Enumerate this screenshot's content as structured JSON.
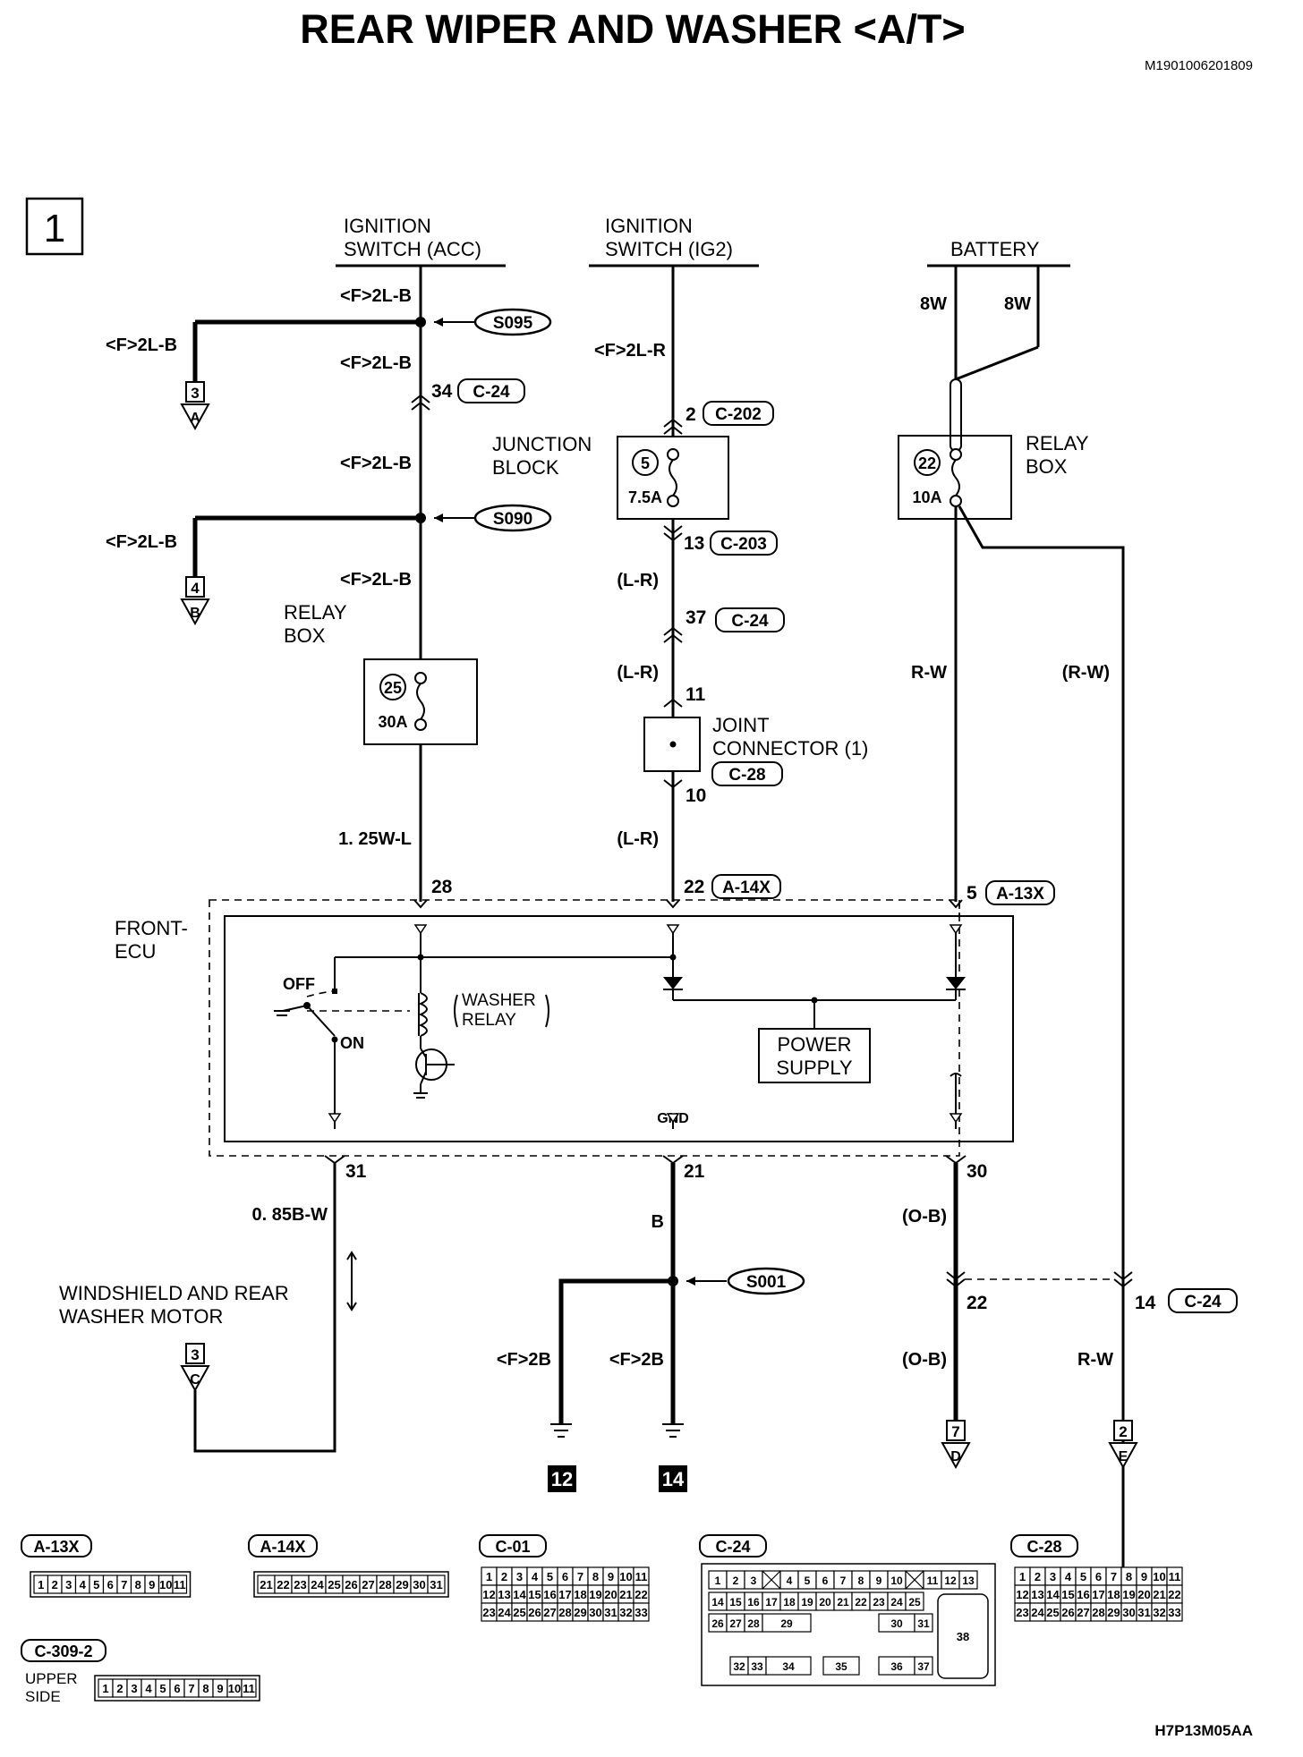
{
  "title": "REAR WIPER AND WASHER <A/T>",
  "doc_id": "M1901006201809",
  "figure_code": "H7P13M05AA",
  "page_number": "1",
  "sources": {
    "acc": [
      "IGNITION",
      "SWITCH (ACC)"
    ],
    "ig2": [
      "IGNITION",
      "SWITCH (IG2)"
    ],
    "battery": "BATTERY"
  },
  "splices": {
    "s095": "S095",
    "s090": "S090",
    "s001": "S001"
  },
  "fuses": {
    "f5": {
      "num": "5",
      "rating": "7.5A"
    },
    "f22": {
      "num": "22",
      "rating": "10A"
    },
    "f25": {
      "num": "25",
      "rating": "30A"
    }
  },
  "labels": {
    "junction_block": [
      "JUNCTION",
      "BLOCK"
    ],
    "relay_box": [
      "RELAY",
      "BOX"
    ],
    "joint_connector": [
      "JOINT",
      "CONNECTOR (1)"
    ],
    "front_ecu": [
      "FRONT-",
      "ECU"
    ],
    "washer_relay": [
      "WASHER",
      "RELAY"
    ],
    "power_supply": [
      "POWER",
      "SUPPLY"
    ],
    "off": "OFF",
    "on": "ON",
    "gnd": "GND",
    "washer_motor": [
      "WINDSHIELD AND REAR",
      "WASHER MOTOR"
    ],
    "upper_side": [
      "UPPER",
      "SIDE"
    ]
  },
  "wires": {
    "f2lb": "<F>2L-B",
    "f2lr": "<F>2L-R",
    "f2b": "<F>2B",
    "w8": "8W",
    "lr": "(L-R)",
    "rw": "R-W",
    "rw_p": "(R-W)",
    "w125": "1. 25W-L",
    "w085": "0. 85B-W",
    "b": "B",
    "ob_p": "(O-B)"
  },
  "connectors": {
    "c24": "C-24",
    "c202": "C-202",
    "c203": "C-203",
    "c28": "C-28",
    "a14x": "A-14X",
    "a13x": "A-13X",
    "c01": "C-01",
    "c309": "C-309-2"
  },
  "pins": {
    "p34": "34",
    "p2": "2",
    "p13": "13",
    "p37": "37",
    "p11": "11",
    "p10": "10",
    "p28": "28",
    "p22": "22",
    "p5": "5",
    "p31": "31",
    "p21": "21",
    "p30": "30",
    "p22b": "22",
    "p14": "14"
  },
  "offpage": {
    "a3": {
      "num": "3",
      "letter": "A"
    },
    "b4": {
      "num": "4",
      "letter": "B"
    },
    "c3": {
      "num": "3",
      "letter": "C"
    },
    "d7": {
      "num": "7",
      "letter": "D"
    },
    "e2": {
      "num": "2",
      "letter": "E"
    }
  },
  "grounds": {
    "g12": "12",
    "g14": "14"
  },
  "pinouts": {
    "a13x": [
      "1",
      "2",
      "3",
      "4",
      "5",
      "6",
      "7",
      "8",
      "9",
      "10",
      "11"
    ],
    "a14x": [
      "21",
      "22",
      "23",
      "24",
      "25",
      "26",
      "27",
      "28",
      "29",
      "30",
      "31"
    ],
    "c309": [
      "1",
      "2",
      "3",
      "4",
      "5",
      "6",
      "7",
      "8",
      "9",
      "10",
      "11"
    ],
    "c01": [
      [
        "1",
        "2",
        "3",
        "4",
        "5",
        "6",
        "7",
        "8",
        "9",
        "10",
        "11"
      ],
      [
        "12",
        "13",
        "14",
        "15",
        "16",
        "17",
        "18",
        "19",
        "20",
        "21",
        "22"
      ],
      [
        "23",
        "24",
        "25",
        "26",
        "27",
        "28",
        "29",
        "30",
        "31",
        "32",
        "33"
      ]
    ],
    "c28": [
      [
        "1",
        "2",
        "3",
        "4",
        "5",
        "6",
        "7",
        "8",
        "9",
        "10",
        "11"
      ],
      [
        "12",
        "13",
        "14",
        "15",
        "16",
        "17",
        "18",
        "19",
        "20",
        "21",
        "22"
      ],
      [
        "23",
        "24",
        "25",
        "26",
        "27",
        "28",
        "29",
        "30",
        "31",
        "32",
        "33"
      ]
    ],
    "c24_row1": [
      "1",
      "2",
      "3",
      "",
      "4",
      "5",
      "6",
      "7",
      "8",
      "9",
      "10",
      "",
      "11",
      "12",
      "13"
    ],
    "c24_row2": [
      "14",
      "15",
      "16",
      "17",
      "18",
      "19",
      "20",
      "21",
      "22",
      "23",
      "24",
      "25"
    ],
    "c24_row3": [
      "26",
      "27",
      "28",
      "29",
      "30",
      "31"
    ],
    "c24_row4": [
      "32",
      "33",
      "34",
      "35",
      "36",
      "37"
    ],
    "c24_38": "38"
  }
}
